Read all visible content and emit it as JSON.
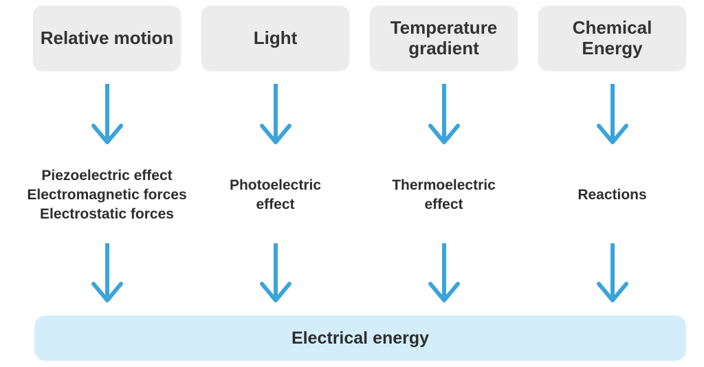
{
  "diagram": {
    "type": "flow",
    "description": "Energy sources converted to electrical energy",
    "columns": [
      {
        "source": "Relative motion",
        "mechanisms": [
          "Piezoelectric effect",
          "Electromagnetic forces",
          "Electrostatic forces"
        ]
      },
      {
        "source": "Light",
        "mechanisms": [
          "Photoelectric effect"
        ]
      },
      {
        "source": "Temperature gradient",
        "mechanisms": [
          "Thermoelectric effect"
        ]
      },
      {
        "source": "Chemical Energy",
        "mechanisms": [
          "Reactions"
        ]
      }
    ],
    "output": {
      "label": "Electrical energy"
    },
    "colors": {
      "source_box_bg": "#ececec",
      "arrow_blue": "#3ba4da",
      "output_bar_bg": "#d3eefa",
      "text_dark": "#2f2f2f",
      "background": "#ffffff"
    }
  }
}
